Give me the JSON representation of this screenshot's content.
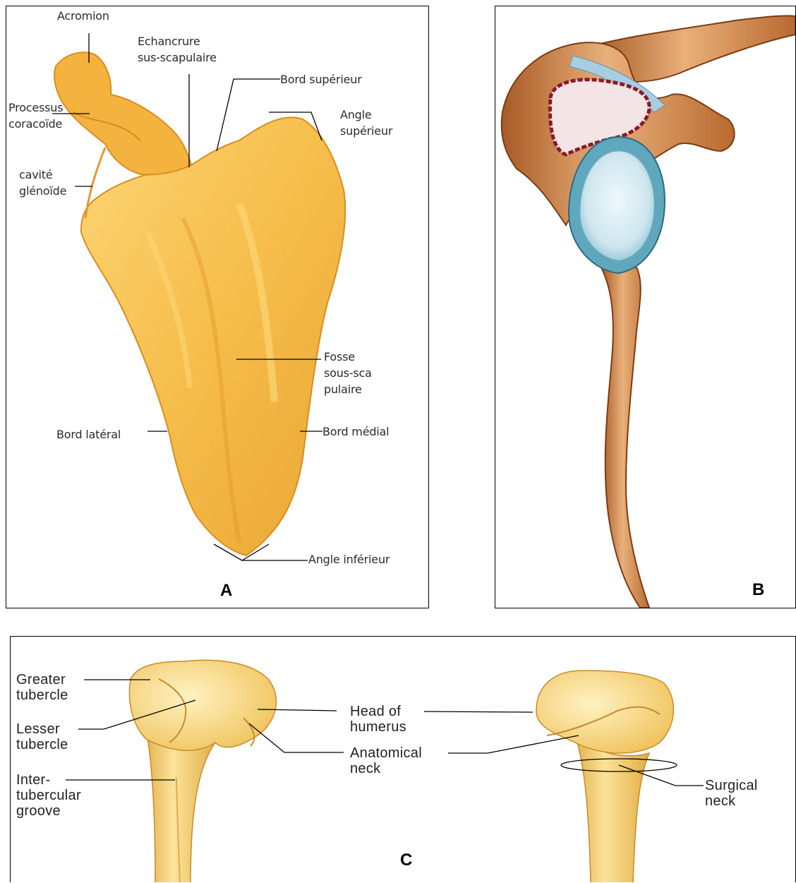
{
  "panel_a": {
    "letter": "A",
    "labels": {
      "acromion": "Acromion",
      "echancrure_1": "Echancrure",
      "echancrure_2": "sus-scapulaire",
      "bord_superieur": "Bord supérieur",
      "processus_1": "Processus",
      "processus_2": "coracoïde",
      "angle_sup_1": "Angle",
      "angle_sup_2": "supérieur",
      "cavite_1": "cavité",
      "cavite_2": "glénoïde",
      "fosse_1": "Fosse",
      "fosse_2": "sous-sca",
      "fosse_3": "pulaire",
      "bord_lateral": "Bord latéral",
      "bord_medial": "Bord médial",
      "angle_inferieur": "Angle inférieur"
    }
  },
  "panel_b": {
    "letter": "B"
  },
  "panel_c": {
    "letter": "C",
    "labels": {
      "greater_1": "Greater",
      "greater_2": "tubercle",
      "lesser_1": "Lesser",
      "lesser_2": "tubercle",
      "inter_1": "Inter-",
      "inter_2": "tubercular",
      "inter_3": "groove",
      "head_1": "Head of",
      "head_2": "humerus",
      "anat_1": "Anatomical",
      "anat_2": "neck",
      "surgical_1": "Surgical",
      "surgical_2": "neck"
    }
  },
  "colors": {
    "bone_fill": "#f6bd4a",
    "bone_light": "#fbd575",
    "bone_shadow": "#e39a2b",
    "copper_bone": "#d4904f",
    "copper_dark": "#8a4a1f",
    "cartilage_blue": "#5fa7bd",
    "cartilage_light": "#d6eaf1",
    "humerus_fill": "#f3cf6a",
    "leader_line": "#000000"
  }
}
